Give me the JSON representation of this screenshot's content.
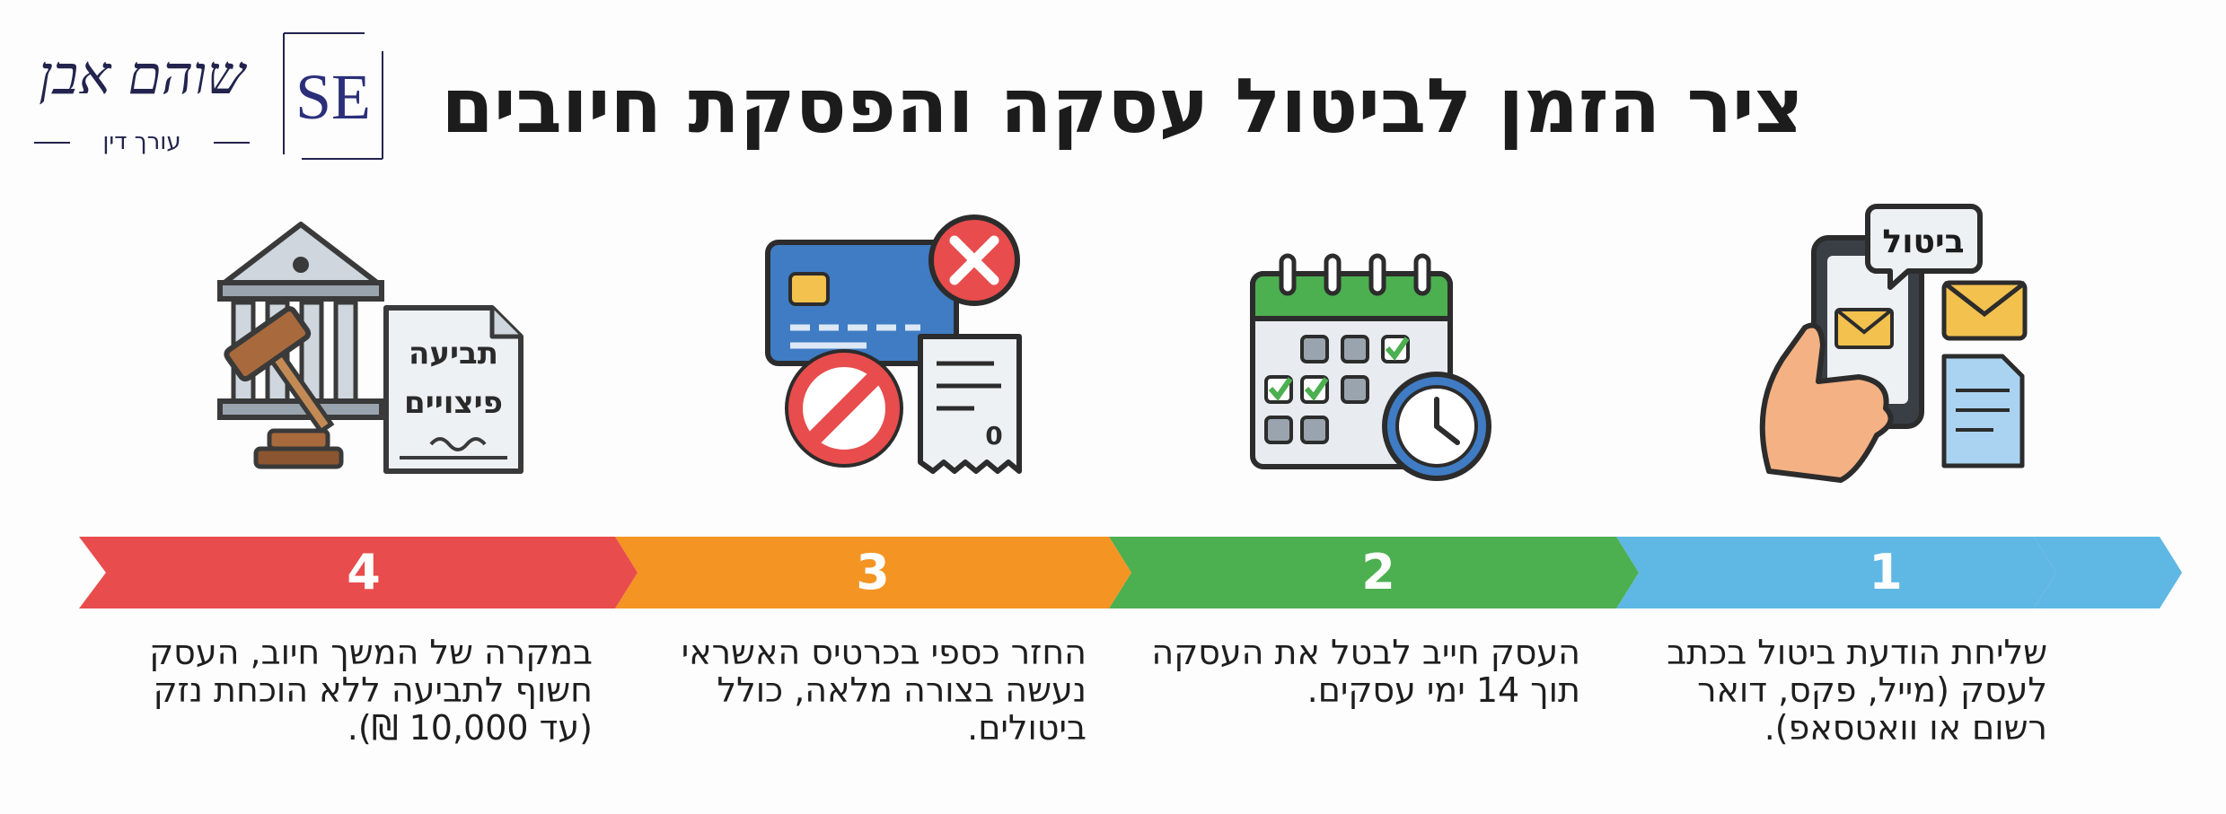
{
  "title": "ציר הזמן לביטול עסקה והפסקת חיובים",
  "logo": {
    "monogram": "SE",
    "script_name": "שוהם אבן",
    "subtitle": "עורך דין",
    "color": "#23244d"
  },
  "icons": {
    "step1": {
      "name": "phone-cancel-message-icon",
      "bubble_text": "ביטול"
    },
    "step2": {
      "name": "calendar-clock-icon"
    },
    "step3": {
      "name": "credit-card-cancel-receipt-icon",
      "receipt_value": "0"
    },
    "step4": {
      "name": "court-gavel-lawsuit-icon",
      "document_line1": "תביעה",
      "document_line2": "פיצויים"
    }
  },
  "steps": [
    {
      "number": "1",
      "color": "#5fb7e4",
      "text": "שליחת הודעת ביטול בכתב לעסק (מייל, פקס, דואר רשום או וואטסאפ)."
    },
    {
      "number": "2",
      "color": "#4caf50",
      "text": "העסק חייב לבטל את העסקה תוך 14 ימי עסקים."
    },
    {
      "number": "3",
      "color": "#f39423",
      "text": "החזר כספי בכרטיס האשראי נעשה בצורה מלאה, כולל ביטולים."
    },
    {
      "number": "4",
      "color": "#e84c4c",
      "text": "במקרה של המשך חיוב, העסק חשוף לתביעה ללא הוכחת נזק (עד 10,000 ₪)."
    }
  ]
}
